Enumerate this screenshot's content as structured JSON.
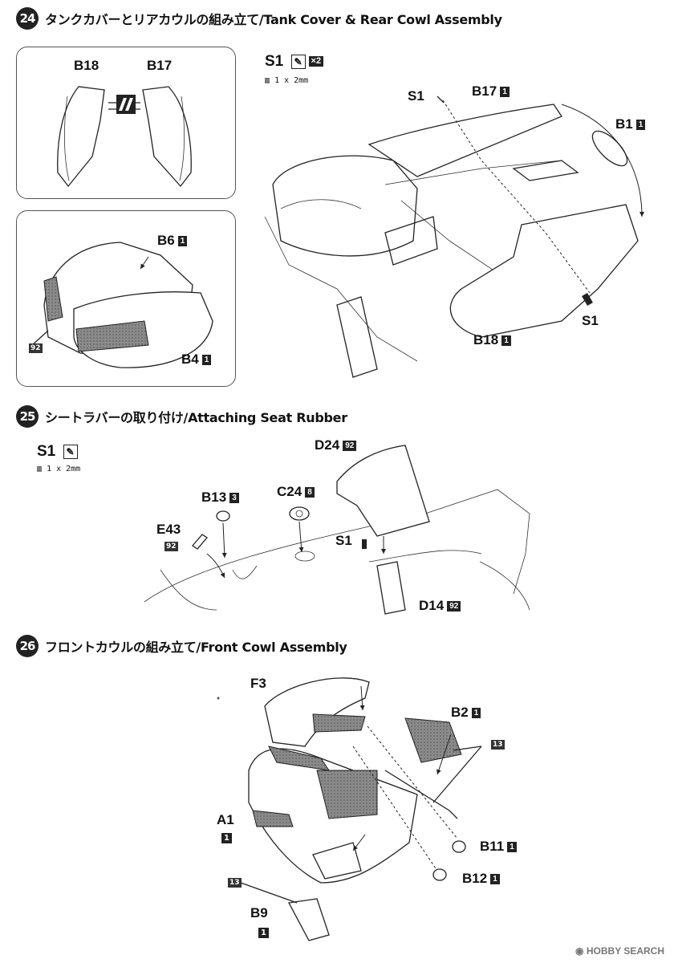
{
  "steps": [
    {
      "num": "24",
      "title": "タンクカバーとリアカウルの組み立て/Tank Cover & Rear Cowl Assembly"
    },
    {
      "num": "25",
      "title": "シートラバーの取り付け/Attaching Seat Rubber"
    },
    {
      "num": "26",
      "title": "フロントカウルの組み立て/Front Cowl Assembly"
    }
  ],
  "step24": {
    "panel1": {
      "left": "B18",
      "right": "B17"
    },
    "panel2": {
      "b6": "B6",
      "b6_qty": "1",
      "b4": "B4",
      "b4_qty": "1",
      "paint": "92"
    },
    "screw": {
      "part": "S1",
      "count": "×2",
      "spec": "1 x 2mm"
    },
    "main": {
      "s1_top": "S1",
      "b17": "B17",
      "b17_qty": "1",
      "b1": "B1",
      "b1_qty": "1",
      "b18": "B18",
      "b18_qty": "1",
      "s1_bottom": "S1"
    }
  },
  "step25": {
    "screw": {
      "part": "S1",
      "spec": "1 x 2mm"
    },
    "d24": "D24",
    "d24_paint": "92",
    "b13": "B13",
    "b13_paint": "3",
    "c24": "C24",
    "c24_paint": "8",
    "e43": "E43",
    "e43_paint": "92",
    "s1": "S1",
    "d14": "D14",
    "d14_paint": "92"
  },
  "step26": {
    "f3": "F3",
    "b2": "B2",
    "b2_qty": "1",
    "b2_paint": "13",
    "a1": "A1",
    "a1_qty": "1",
    "b11": "B11",
    "b11_qty": "1",
    "b12": "B12",
    "b12_qty": "1",
    "b9": "B9",
    "b9_qty": "1",
    "b9_paint": "13"
  },
  "watermark": "HOBBY SEARCH"
}
